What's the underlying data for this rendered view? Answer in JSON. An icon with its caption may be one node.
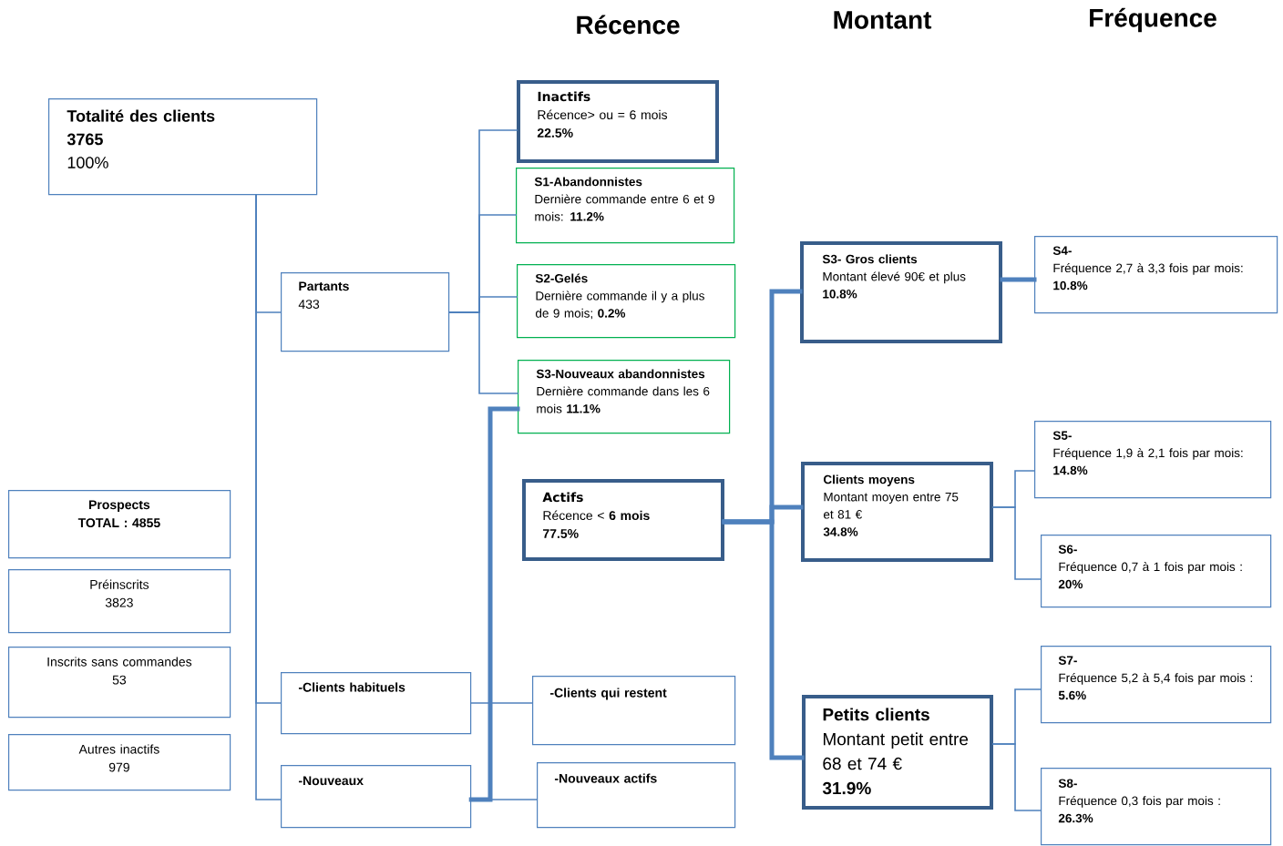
{
  "diagram": {
    "nodes": [
      {
        "text": [
          "Totalité des clients",
          "3765",
          "100%"
        ]
      },
      {
        "text": [
          "Partants",
          "433"
        ]
      },
      {
        "text": [
          "Inactifs",
          "Récence> ou = 6 mois",
          "22.5%"
        ]
      },
      {
        "text": [
          "S1-Abandonnistes",
          "Dernière commande entre 6 et 9 mois:  **11.2%**"
        ]
      },
      {
        "text": [
          "S2-Gelés",
          "Dernière commande il y a plus de 9 mois;  **0.2%**"
        ]
      },
      {
        "text": [
          "S3-Nouveaux abandonnistes",
          "Dernière commande dans les 6 mois  **11.1%**"
        ]
      },
      {
        "text": [
          "Actifs",
          "Récence < **6 mois**",
          "77.5%"
        ]
      },
      {
        "text": [
          "S3- Gros clients",
          "Montant élevé 90€  et plus  **10.8%**"
        ]
      },
      {
        "text": [
          "S4-",
          "Fréquence 2,7 à 3,3 fois par mois: **10.8%**"
        ]
      },
      {
        "text": [
          "Clients moyens",
          "Montant moyen entre 75 et 81 €",
          "34.8%"
        ]
      },
      {
        "text": [
          "S5-",
          "Fréquence 1,9 à 2,1 fois par mois: **14.8%**"
        ]
      },
      {
        "text": [
          "S6-",
          "Fréquence 0,7 à  1 fois par mois : **20%**"
        ]
      },
      {
        "text": [
          "Prospects",
          "TOTAL : 4855"
        ]
      },
      {
        "text": [
          "Préinscrits",
          "3823"
        ]
      },
      {
        "text": [
          "Inscrits sans commandes",
          "53"
        ]
      },
      {
        "text": [
          "Autres inactifs",
          "979"
        ]
      },
      {
        "text": [
          "-Clients habituels"
        ]
      },
      {
        "text": [
          "-Clients qui restent"
        ]
      },
      {
        "text": [
          "Petits clients",
          "Montant  petit entre 68 et 74 €",
          "31.9%"
        ]
      },
      {
        "text": [
          "S7-",
          "Fréquence 5,2 à  5,4 fois par mois : **5.6%**"
        ]
      },
      {
        "text": [
          "-Nouveaux"
        ]
      },
      {
        "text": [
          "-Nouveaux actifs"
        ]
      },
      {
        "text": [
          "S8-",
          "Fréquence 0,3 fois par mois : **26.3%**"
        ]
      }
    ],
    "edges": [
      {
        "from": 0,
        "to": 1,
        "arrow": "none"
      },
      {
        "from": 0,
        "to": 16,
        "arrow": "none"
      },
      {
        "from": 0,
        "to": 20,
        "arrow": "none"
      },
      {
        "from": 1,
        "to": 2,
        "arrow": "none"
      },
      {
        "from": 1,
        "to": 3,
        "arrow": "none"
      },
      {
        "from": 1,
        "to": 4,
        "arrow": "none"
      },
      {
        "from": 1,
        "to": 5,
        "arrow": "none"
      },
      {
        "from": 5,
        "to": 20,
        "arrow": "none",
        "style": "thick"
      },
      {
        "from": 16,
        "to": 17,
        "arrow": "none"
      },
      {
        "from": 20,
        "to": 21,
        "arrow": "none"
      },
      {
        "from": 6,
        "to": 7,
        "arrow": "none",
        "style": "thick"
      },
      {
        "from": 6,
        "to": 9,
        "arrow": "none",
        "style": "thick"
      },
      {
        "from": 6,
        "to": 18,
        "arrow": "none",
        "style": "thick"
      },
      {
        "from": 7,
        "to": 8,
        "arrow": "none",
        "style": "thick"
      },
      {
        "from": 9,
        "to": 10,
        "arrow": "none"
      },
      {
        "from": 9,
        "to": 11,
        "arrow": "none"
      },
      {
        "from": 18,
        "to": 19,
        "arrow": "none"
      },
      {
        "from": 18,
        "to": 22,
        "arrow": "none"
      }
    ],
    "labels": [
      "Récence",
      "Montant",
      "Fréquence"
    ]
  }
}
